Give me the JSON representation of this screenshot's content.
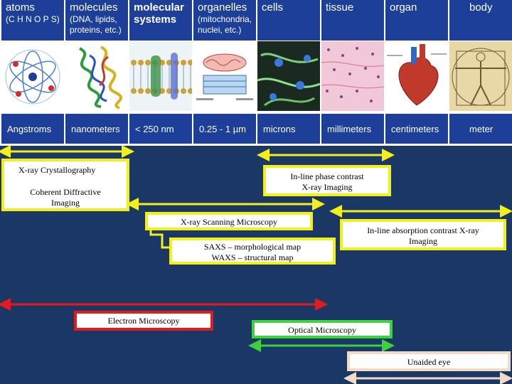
{
  "scale_header": {
    "columns": [
      {
        "title": "atoms",
        "subtitle": "(C H N O P S)",
        "unit": "Angstroms"
      },
      {
        "title": "molecules",
        "subtitle": "(DNA, lipids, proteins, etc.)",
        "unit": "nanometers"
      },
      {
        "title": "molecular systems",
        "subtitle": "",
        "unit": "< 250 nm"
      },
      {
        "title": "organelles",
        "subtitle": "(mitochondria, nuclei, etc.)",
        "unit": "0.25 - 1 µm"
      },
      {
        "title": "cells",
        "subtitle": "",
        "unit": "microns"
      },
      {
        "title": "tissue",
        "subtitle": "",
        "unit": "millimeters"
      },
      {
        "title": "organ",
        "subtitle": "",
        "unit": "centimeters"
      },
      {
        "title": "body",
        "subtitle": "",
        "unit": "meter"
      }
    ]
  },
  "techniques": {
    "xray_crystallography": "X-ray Crystallography",
    "coherent_diffractive": "Coherent Diffractive Imaging",
    "inline_phase": "In-line phase contrast X-ray Imaging",
    "xray_scanning": "X-ray Scanning Microscopy",
    "saxs_waxs": "SAXS – morphological map WAXS – structural map",
    "inline_absorption": "In-line absorption contrast X-ray Imaging",
    "electron_microscopy": "Electron Microscopy",
    "optical_microscopy": "Optical Microscopy",
    "unaided_eye": "Unaided eye"
  },
  "colors": {
    "background": "#1b3766",
    "header_blue": "#1d3f9a",
    "xray_yellow": "#f2ef1a",
    "electron_red": "#e41b1b",
    "optical_green": "#3ed13e",
    "eye_beige": "#f0dcc6"
  }
}
